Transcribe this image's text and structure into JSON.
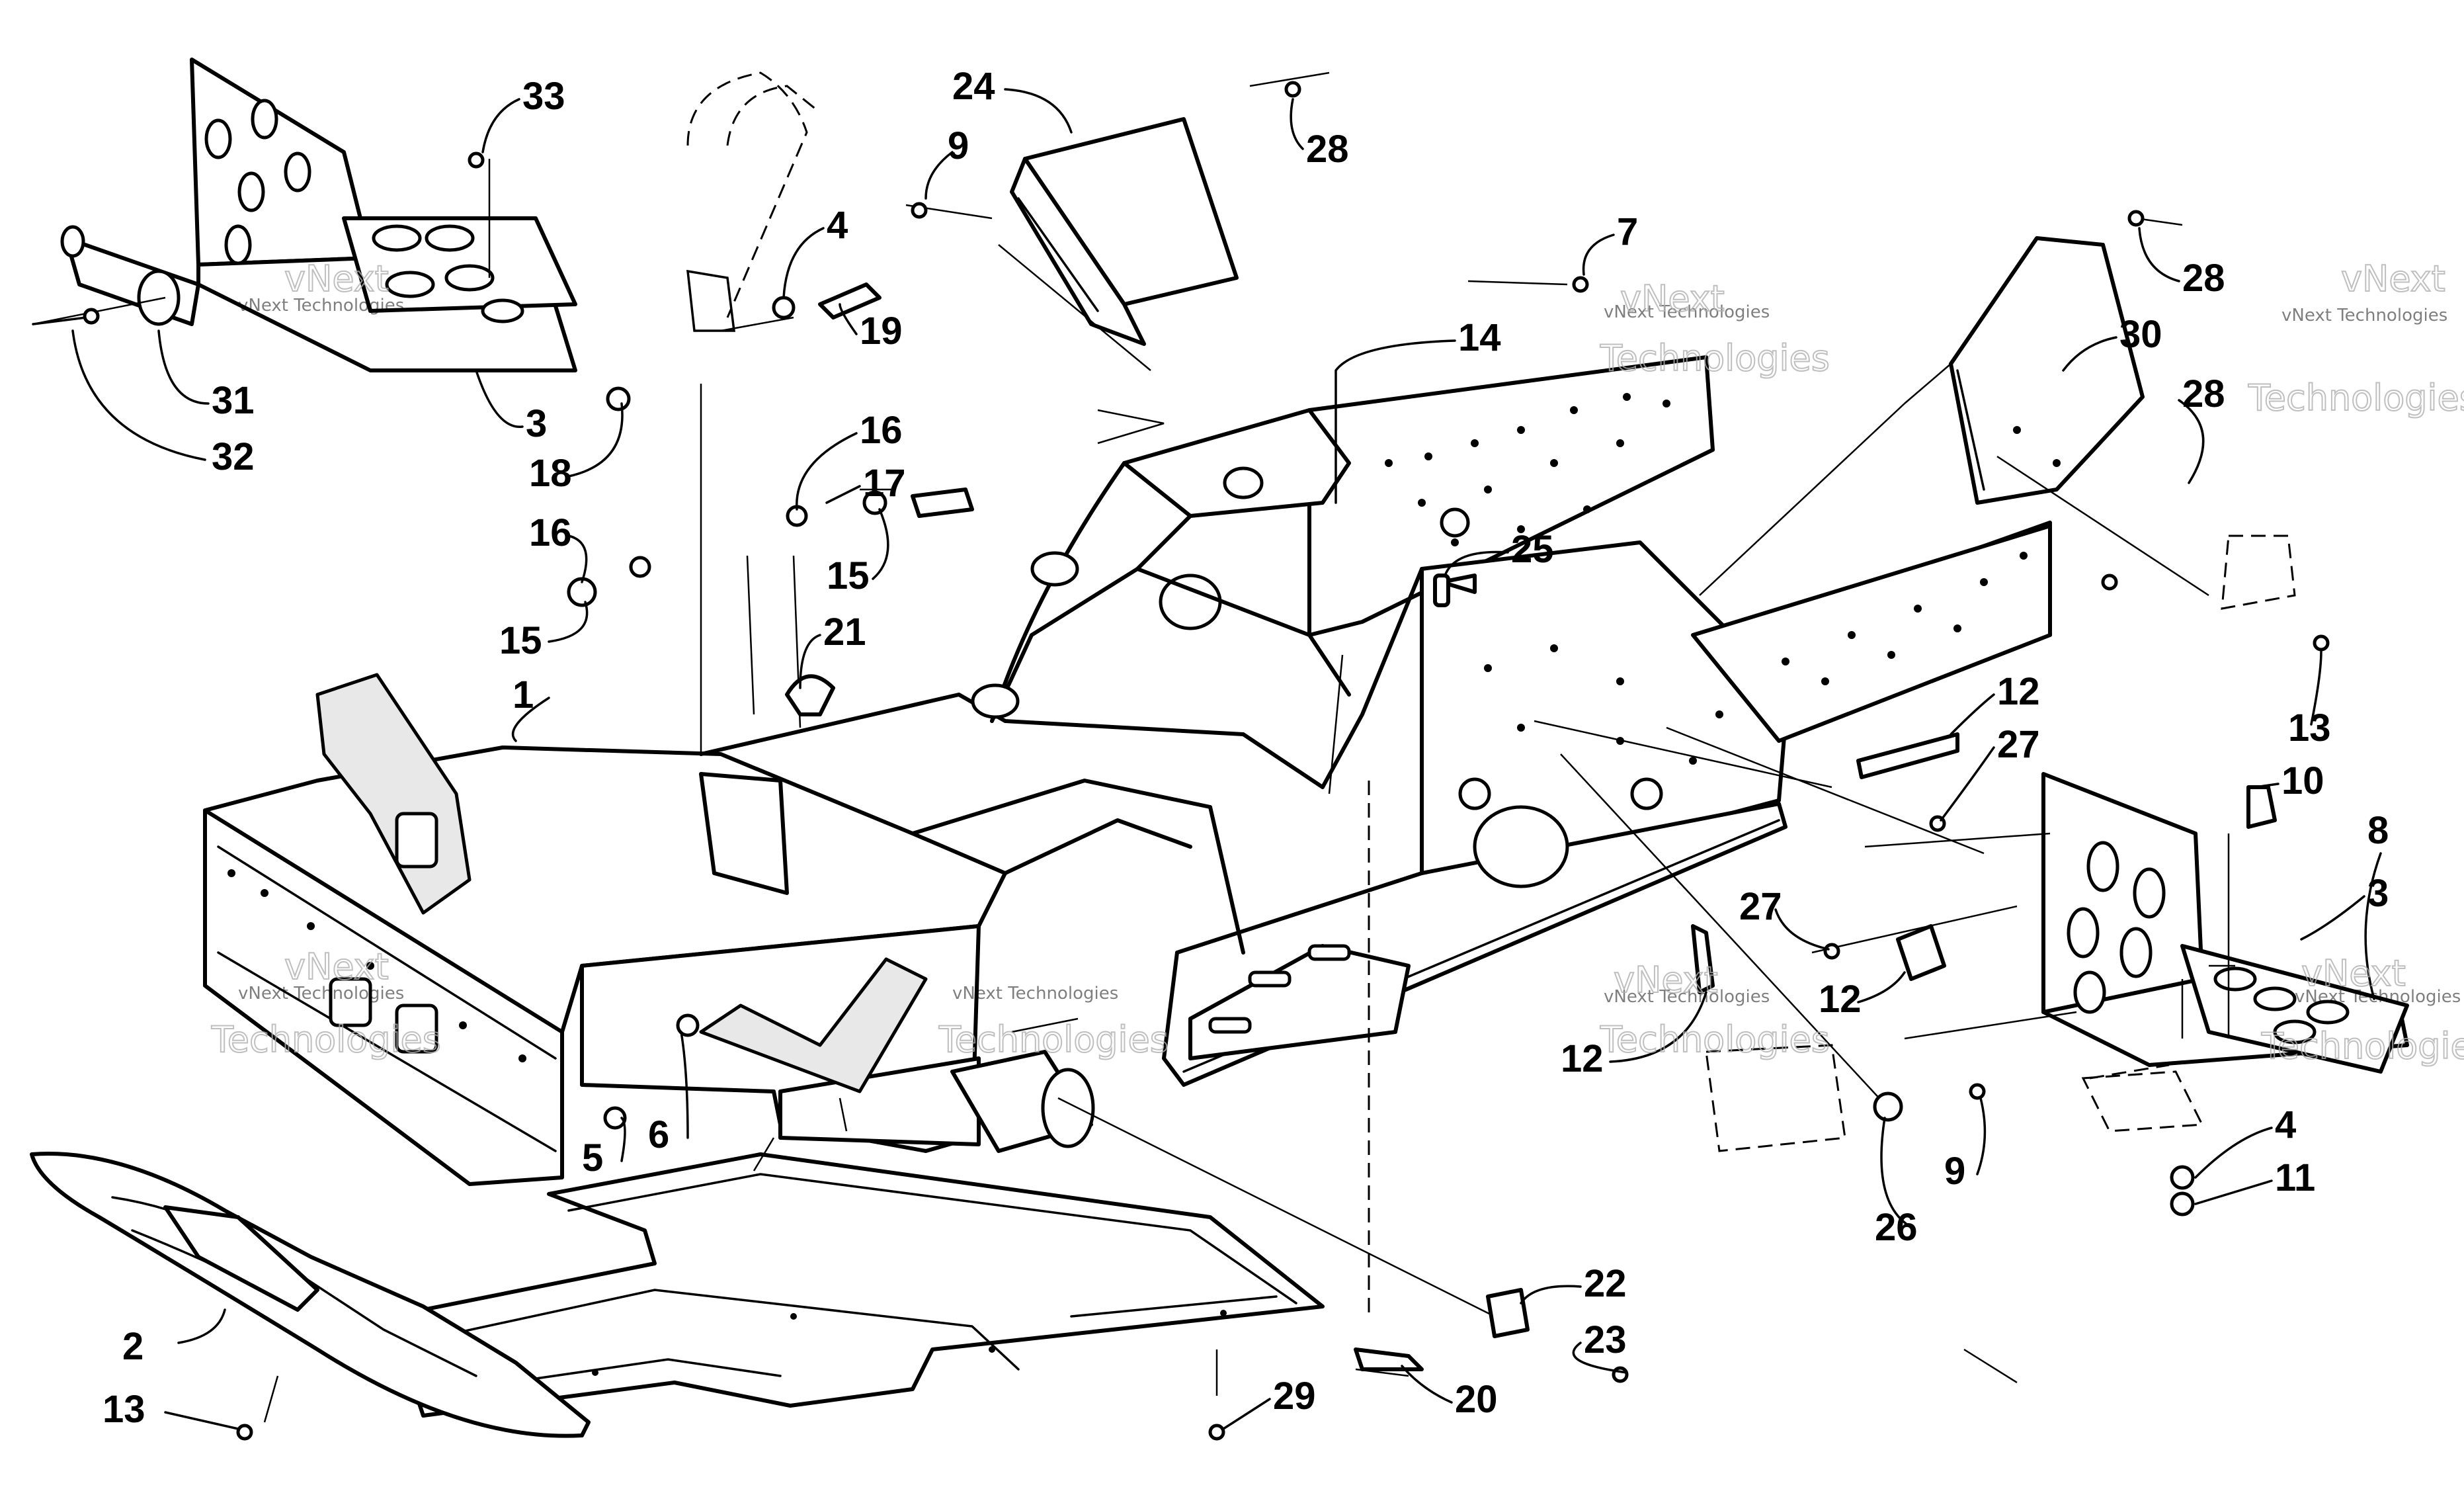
{
  "diagram": {
    "watermark": {
      "line1": "vNext Technologies",
      "line2": "vNext",
      "line3": "Technologies"
    },
    "callouts": [
      "33",
      "24",
      "28",
      "9",
      "4",
      "7",
      "28",
      "30",
      "28",
      "14",
      "19",
      "16",
      "17",
      "18",
      "16",
      "15",
      "15",
      "25",
      "21",
      "1",
      "12",
      "27",
      "13",
      "10",
      "8",
      "3",
      "31",
      "32",
      "3",
      "27",
      "12",
      "12",
      "6",
      "5",
      "4",
      "11",
      "9",
      "26",
      "2",
      "13",
      "22",
      "23",
      "20",
      "29"
    ]
  }
}
